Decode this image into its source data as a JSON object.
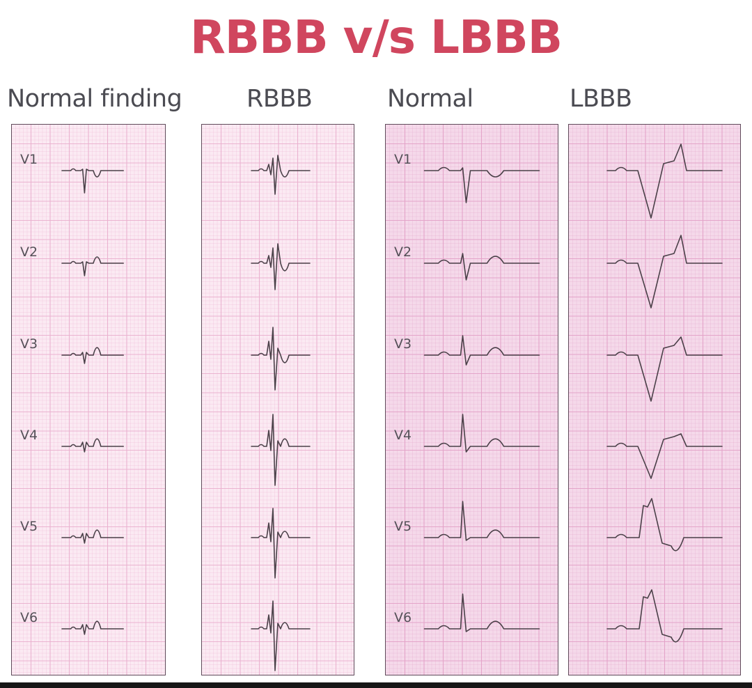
{
  "title": "RBBB v/s LBBB",
  "columns": [
    "Normal finding",
    "RBBB",
    "Normal",
    "LBBB"
  ],
  "leads": [
    "V1",
    "V2",
    "V3",
    "V4",
    "V5",
    "V6"
  ],
  "colors": {
    "title": "#d0465e",
    "grid_left_bg": "#fbeaf3",
    "grid_left_line": "#e9aecd",
    "grid_right_bg": "#f5d9ea",
    "grid_right_line": "#e2a0c6",
    "trace": "#4a4048"
  }
}
